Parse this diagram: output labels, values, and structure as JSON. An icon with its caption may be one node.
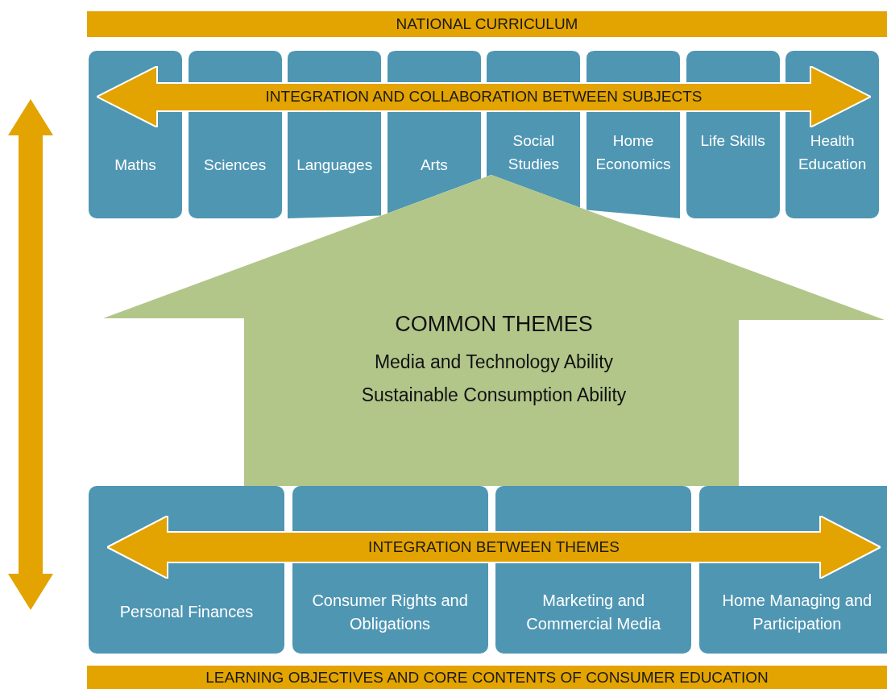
{
  "diagram": {
    "nodes": [
      {
        "text": [
          "NATIONAL CURRICULUM"
        ]
      },
      {
        "text": [
          "Maths"
        ]
      },
      {
        "text": [
          "Sciences"
        ]
      },
      {
        "text": [
          "Languages"
        ]
      },
      {
        "text": [
          "Arts"
        ]
      },
      {
        "text": [
          "Social Studies"
        ]
      },
      {
        "text": [
          "Home Economics"
        ]
      },
      {
        "text": [
          "Life Skills"
        ]
      },
      {
        "text": [
          "Health Education"
        ]
      },
      {
        "text": [
          "INTEGRATION AND COLLABORATION BETWEEN SUBJECTS"
        ]
      },
      {
        "text": [
          "COMMON THEMES",
          "Media and Technology Ability",
          "Sustainable Consumption Ability"
        ]
      },
      {
        "text": [
          "Personal Finances"
        ]
      },
      {
        "text": [
          "Consumer Rights and Obligations"
        ]
      },
      {
        "text": [
          "Marketing and Commercial Media"
        ]
      },
      {
        "text": [
          "Home Managing and Participation"
        ]
      },
      {
        "text": [
          "INTEGRATION BETWEEN THEMES"
        ]
      },
      {
        "text": [
          "LEARNING OBJECTIVES AND CORE CONTENTS OF CONSUMER EDUCATION"
        ]
      }
    ],
    "edges": []
  }
}
